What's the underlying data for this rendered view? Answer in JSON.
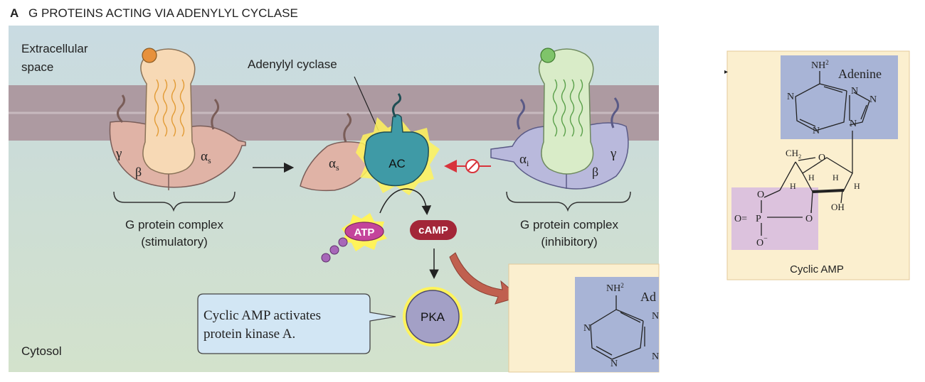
{
  "figure": {
    "panel_letter": "A",
    "title": "G PROTEINS ACTING VIA ADENYLYL CYCLASE"
  },
  "labels": {
    "extracellular_line1": "Extracellular",
    "extracellular_line2": "space",
    "cytosol": "Cytosol",
    "adenylyl_cyclase": "Adenylyl cyclase",
    "ac": "AC",
    "atp": "ATP",
    "camp": "cAMP",
    "pka": "PKA",
    "stim_complex_line1": "G protein complex",
    "stim_complex_line2": "(stimulatory)",
    "inhib_complex_line1": "G protein complex",
    "inhib_complex_line2": "(inhibitory)",
    "callout_line1": "Cyclic AMP activates",
    "callout_line2": "protein kinase A."
  },
  "subunits": {
    "gamma": "γ",
    "beta": "β",
    "alpha": "α",
    "sub_s": "s",
    "sub_i": "i"
  },
  "inset": {
    "caption": "Cyclic AMP",
    "adenine_label": "Adenine",
    "nh2": "NH",
    "nh2_sub": "2",
    "n": "N",
    "ch2": "CH",
    "ch2_sub": "2",
    "o": "O",
    "h": "H",
    "oh": "OH",
    "p": "P",
    "o_eq": "O=",
    "o_minus": "O",
    "minus": "−"
  },
  "zoom_preview": {
    "nh2": "NH",
    "nh2_sub": "2",
    "ad": "Ad",
    "n": "N"
  },
  "colors": {
    "membrane": "#ad9aa1",
    "extracellular_bg": "#c9dbe2",
    "cytosol_bg": "#d3e2cc",
    "stimulatory_protein": "#e0b3a6",
    "inhibitory_protein": "#b9b9dc",
    "receptor_stim": "#f7d9b5",
    "receptor_inhib": "#d9ecc8",
    "ac_fill": "#3f9aa6",
    "camp_fill": "#a32638",
    "atp_fill": "#c4449b",
    "pka_fill": "#a3a0c6",
    "inset_bg": "#fbefcf",
    "adenine_box": "#a8b4d6",
    "phosphate_box": "#dcc2dd",
    "inhibit_red": "#d8333b"
  }
}
